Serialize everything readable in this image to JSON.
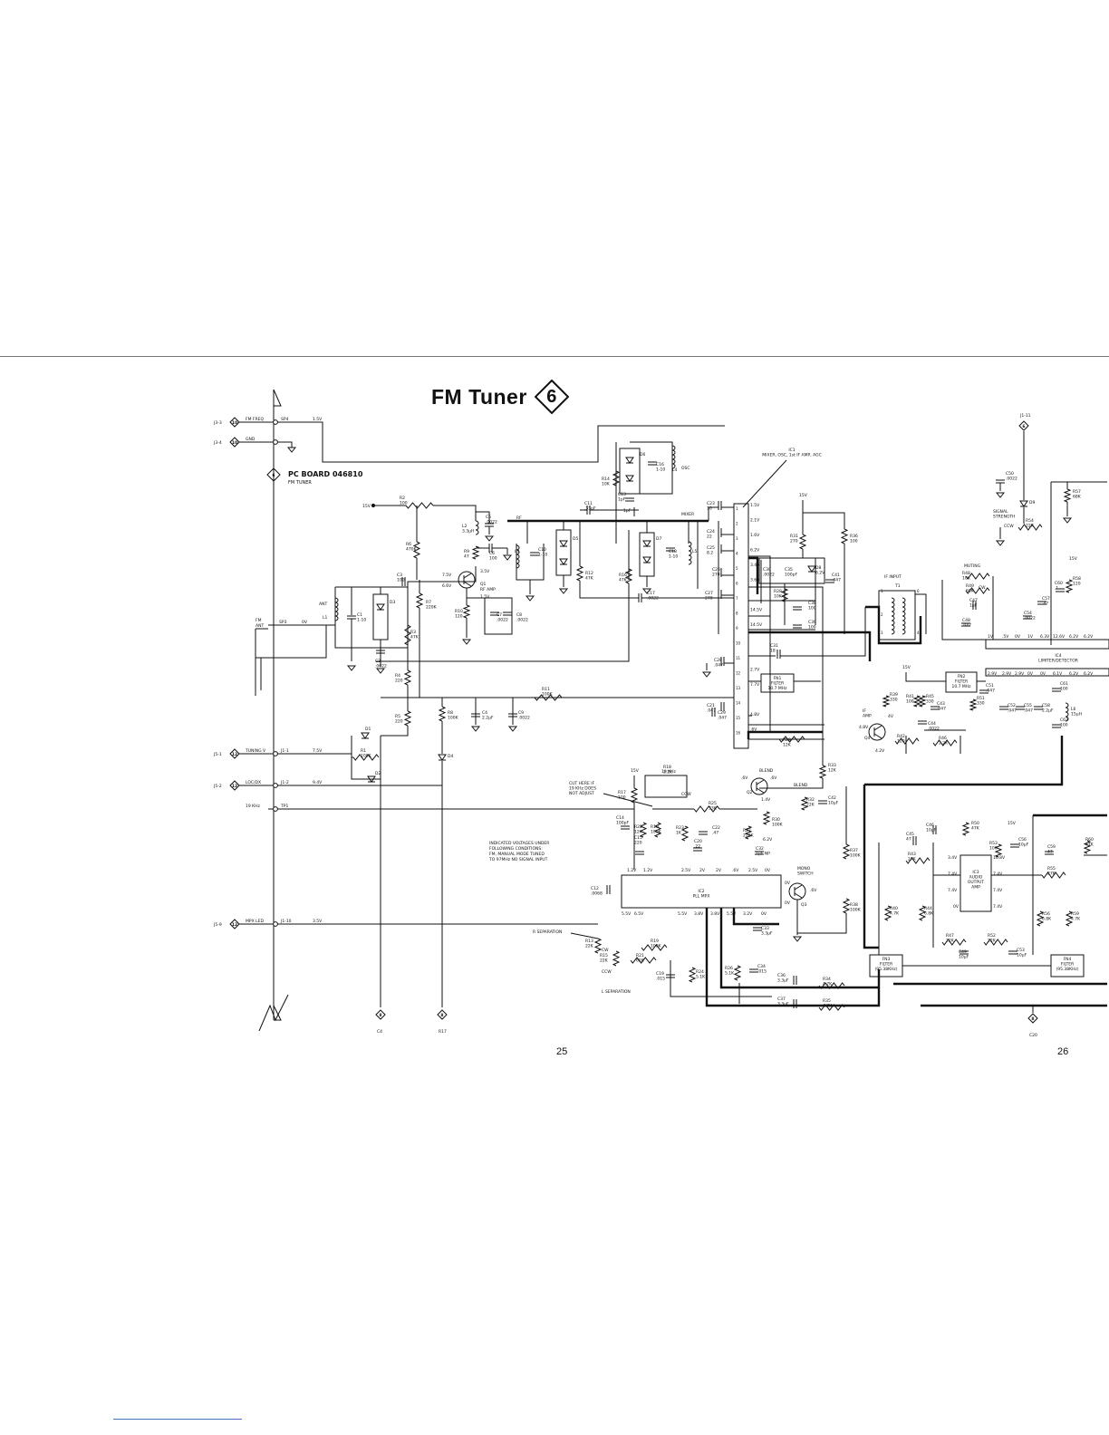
{
  "header": {
    "title": "FM Tuner",
    "badge": "6"
  },
  "board": {
    "badge": "6",
    "label": "PC BOARD 046810",
    "sublabel": "FM TUNER"
  },
  "pages": {
    "left": "25",
    "right": "26"
  },
  "note": [
    "INDICATED VOLTAGES UNDER",
    "FOLLOWING CONDITIONS:",
    "FM, MANUAL MODE TUNED",
    "TO 97MHz NO SIGNAL INPUT"
  ],
  "cut_note": [
    "CUT HERE IF",
    "19 KHz DOES",
    "NOT ADJUST"
  ],
  "connectors": [
    {
      "id": "J3-3",
      "pin": "10",
      "label": "FM FREQ",
      "sp": "SP4",
      "volts": "1.5V"
    },
    {
      "id": "J3-4",
      "pin": "10",
      "label": "GND",
      "sp": "",
      "volts": ""
    },
    {
      "id": "J5-1",
      "pin": "12",
      "label": "TUNING V",
      "sp": "J1-1",
      "volts": "7.5V"
    },
    {
      "id": "J5-2",
      "pin": "12",
      "label": "LOC/DX",
      "sp": "J1-2",
      "volts": "9.4V"
    },
    {
      "id": "",
      "pin": "",
      "label": "19 KHz",
      "sp": "TP1",
      "volts": ""
    },
    {
      "id": "J5-9",
      "pin": "12",
      "label": "MPX LED",
      "sp": "J1-10",
      "volts": "3.5V"
    }
  ],
  "antenna": {
    "label": "FM ANT",
    "sp": "SP3",
    "volts": "0V"
  },
  "ics": {
    "ic1": [
      "IC1",
      "MIXER, OSC, 1st IF AMP, AGC"
    ],
    "ic2": [
      "IC2",
      "PLL MPX"
    ],
    "ic3": [
      "IC3",
      "AUDIO",
      "OUTPUT",
      "AMP"
    ],
    "ic4": [
      "IC4",
      "LIMITER/DETECTOR"
    ]
  },
  "filters": {
    "fn1": [
      "FN1",
      "FILTER",
      "10.7 MHz"
    ],
    "fn2": [
      "FN2",
      "FILTER",
      "10.7 MHz"
    ],
    "fn3": [
      "FN3",
      "FILTER",
      "(95.38KHz)"
    ],
    "fn4": [
      "FN4",
      "FILTER",
      "(95.38KHz)"
    ]
  },
  "labels": {
    "ant": "ANT",
    "rf": "RF",
    "mixer": "MIXER",
    "osc": "OSC",
    "rf_amp": "RF AMP",
    "if_input": "IF INPUT",
    "t1": "T1",
    "muting": "MUTING",
    "signal_strength": [
      "SIGNAL",
      "STRENGTH"
    ],
    "ccw": "CCW",
    "cw": "CW",
    "blend": "BLEND",
    "mono_switch": [
      "MONO",
      "SWITCH"
    ],
    "r_separation": "R SEPARATION",
    "l_separation": "L SEPARATION",
    "if_amp": [
      "IF",
      "AMP"
    ],
    "j1_11": "J1-11",
    "c4_tp": "C4",
    "r17_tp": "R17",
    "c20_tp": "C20"
  },
  "components": [
    {
      "t": "R2",
      "v": "100"
    },
    {
      "t": "C5",
      "v": ".0022"
    },
    {
      "t": "L2",
      "v": "3.3μH"
    },
    {
      "t": "R6",
      "v": "470K"
    },
    {
      "t": "C6",
      "v": "100"
    },
    {
      "t": "R9",
      "v": "47"
    },
    {
      "t": "C3",
      "v": "100"
    },
    {
      "t": "R7",
      "v": "220K"
    },
    {
      "t": "L1",
      "v": ""
    },
    {
      "t": "C1",
      "v": "1-10"
    },
    {
      "t": "D3",
      "v": ""
    },
    {
      "t": "R3",
      "v": "47K"
    },
    {
      "t": "C2",
      "v": ".0022"
    },
    {
      "t": "R4",
      "v": "220"
    },
    {
      "t": "R5",
      "v": "220"
    },
    {
      "t": "R10",
      "v": "120"
    },
    {
      "t": "C7",
      "v": ".0022"
    },
    {
      "t": "C8",
      "v": ".0022"
    },
    {
      "t": "Q1",
      "v": ""
    },
    {
      "t": "L3",
      "v": ""
    },
    {
      "t": "C10",
      "v": "1-10"
    },
    {
      "t": "D5",
      "v": ""
    },
    {
      "t": "R12",
      "v": "47K"
    },
    {
      "t": "C11",
      "v": ".33pF"
    },
    {
      "t": "R14",
      "v": "10K"
    },
    {
      "t": "D6",
      "v": ""
    },
    {
      "t": "C16",
      "v": "1-10"
    },
    {
      "t": "L4",
      "v": ""
    },
    {
      "t": "C13",
      "v": "1pF"
    },
    {
      "t": "D7",
      "v": ""
    },
    {
      "t": "C18",
      "v": "1-10"
    },
    {
      "t": "L5",
      "v": ""
    },
    {
      "t": "R16",
      "v": "47K"
    },
    {
      "t": "C17",
      "v": ".0022"
    },
    {
      "t": "C23",
      "v": "10"
    },
    {
      "t": "C24",
      "v": "22"
    },
    {
      "t": "C25",
      "v": "8.2"
    },
    {
      "t": "C26",
      "v": "270"
    },
    {
      "t": "C27",
      "v": "270"
    },
    {
      "t": "R31",
      "v": "270"
    },
    {
      "t": "R36",
      "v": "100"
    },
    {
      "t": "C30",
      "v": ".0022"
    },
    {
      "t": "C35",
      "v": "100pF"
    },
    {
      "t": "D8",
      "v": "6.2V"
    },
    {
      "t": "C41",
      "v": ".047"
    },
    {
      "t": "C38",
      "v": "100"
    },
    {
      "t": "R28",
      "v": "10K"
    },
    {
      "t": "C39",
      "v": "100"
    },
    {
      "t": "C31",
      "v": "18"
    },
    {
      "t": "C28",
      "v": ".047"
    },
    {
      "t": "C21",
      "v": ".047"
    },
    {
      "t": "C29",
      "v": ".047"
    },
    {
      "t": "R11",
      "v": "100K"
    },
    {
      "t": "R8",
      "v": "100K"
    },
    {
      "t": "C4",
      "v": "2.2μF"
    },
    {
      "t": "C9",
      "v": ".0022"
    },
    {
      "t": "R1",
      "v": "100K"
    },
    {
      "t": "D1",
      "v": ""
    },
    {
      "t": "D2",
      "v": ""
    },
    {
      "t": "D4",
      "v": ""
    },
    {
      "t": "R29",
      "v": "12K"
    },
    {
      "t": "R33",
      "v": "12K"
    },
    {
      "t": "R17",
      "v": "100"
    },
    {
      "t": "R18",
      "v": "2.2K"
    },
    {
      "t": "R25",
      "v": "33K"
    },
    {
      "t": "C14",
      "v": "100pF"
    },
    {
      "t": "R22",
      "v": "12K"
    },
    {
      "t": "R19",
      "v": "100K"
    },
    {
      "t": "C15",
      "v": "220"
    },
    {
      "t": "R23",
      "v": "1K"
    },
    {
      "t": "C22",
      "v": ".47"
    },
    {
      "t": "C20",
      "v": ".22"
    },
    {
      "t": "R27",
      "v": "220K"
    },
    {
      "t": "Q2",
      "v": ""
    },
    {
      "t": "R30",
      "v": "100K"
    },
    {
      "t": "R32",
      "v": "22K"
    },
    {
      "t": "C42",
      "v": "10μF"
    },
    {
      "t": "C32",
      "v": "1μF NP"
    },
    {
      "t": "Q3",
      "v": ""
    },
    {
      "t": "R37",
      "v": "100K"
    },
    {
      "t": "R38",
      "v": "100K"
    },
    {
      "t": "C12",
      "v": ".0068"
    },
    {
      "t": "C33",
      "v": "3.3μF"
    },
    {
      "t": "R13",
      "v": "22K"
    },
    {
      "t": "R15",
      "v": "22K"
    },
    {
      "t": "R20",
      "v": "62K"
    },
    {
      "t": "R21",
      "v": "62K"
    },
    {
      "t": "C19",
      "v": ".015"
    },
    {
      "t": "R24",
      "v": "5.1K"
    },
    {
      "t": "R26",
      "v": "5.1K"
    },
    {
      "t": "C34",
      "v": ".015"
    },
    {
      "t": "C36",
      "v": "3.3μF"
    },
    {
      "t": "R34",
      "v": "4.7K"
    },
    {
      "t": "C37",
      "v": "3.3μF"
    },
    {
      "t": "R35",
      "v": "4.7K"
    },
    {
      "t": "C50",
      "v": ".0022"
    },
    {
      "t": "D9",
      "v": ""
    },
    {
      "t": "R54",
      "v": "22K"
    },
    {
      "t": "R57",
      "v": "68K"
    },
    {
      "t": "R48",
      "v": "10K"
    },
    {
      "t": "R49",
      "v": "68K"
    },
    {
      "t": "C47",
      "v": "1μF"
    },
    {
      "t": "C48",
      "v": ".047"
    },
    {
      "t": "C54",
      "v": ".0022"
    },
    {
      "t": "C57",
      "v": ".47"
    },
    {
      "t": "C60",
      "v": ".1"
    },
    {
      "t": "R58",
      "v": "120"
    },
    {
      "t": "R39",
      "v": "330"
    },
    {
      "t": "R41",
      "v": "100"
    },
    {
      "t": "R45",
      "v": "330"
    },
    {
      "t": "C43",
      "v": ".047"
    },
    {
      "t": "C44",
      "v": ".0022"
    },
    {
      "t": "R51",
      "v": "330"
    },
    {
      "t": "C51",
      "v": ".047"
    },
    {
      "t": "C52",
      "v": ".047"
    },
    {
      "t": "C55",
      "v": ".047"
    },
    {
      "t": "C58",
      "v": "2.2μF"
    },
    {
      "t": "L6",
      "v": "15μH"
    },
    {
      "t": "C61",
      "v": "100"
    },
    {
      "t": "C62",
      "v": "100"
    },
    {
      "t": "Q4",
      "v": ""
    },
    {
      "t": "R42",
      "v": "120"
    },
    {
      "t": "R46",
      "v": "2.2K"
    },
    {
      "t": "C45",
      "v": "47"
    },
    {
      "t": "C46",
      "v": "10μF"
    },
    {
      "t": "R50",
      "v": "47K"
    },
    {
      "t": "R43",
      "v": "27K"
    },
    {
      "t": "R53",
      "v": "100"
    },
    {
      "t": "C56",
      "v": "10μF"
    },
    {
      "t": "C59",
      "v": "47"
    },
    {
      "t": "R55",
      "v": "27K"
    },
    {
      "t": "R60",
      "v": "47K"
    },
    {
      "t": "R40",
      "v": "4.7K"
    },
    {
      "t": "R44",
      "v": "6.8K"
    },
    {
      "t": "R56",
      "v": "6.8K"
    },
    {
      "t": "R59",
      "v": "4.7K"
    },
    {
      "t": "R47",
      "v": "22K"
    },
    {
      "t": "R52",
      "v": "22K"
    },
    {
      "t": "C49",
      "v": "10μF"
    },
    {
      "t": "C53",
      "v": "10μF"
    }
  ],
  "voltages": {
    "v15": "15V",
    "v7_5": "7.5V",
    "v6_6": "6.6V",
    "v3_5": "3.5V",
    "v1_5": "1.5V",
    "ic1_pins": [
      "1.5V",
      "2.1V",
      "1.6V",
      "6.2V",
      "3.4V",
      "3.6V",
      "",
      "14.5V",
      "14.5V",
      "",
      "",
      "2.7V",
      "7.7V",
      "",
      "4.8V",
      ".6V"
    ],
    "ic2_top": [
      "1.2V",
      "1.2V",
      "",
      "2.5V",
      "2V",
      "2V",
      ".6V",
      "2.5V",
      "0V",
      ""
    ],
    "ic2_bot": [
      "5.5V",
      "6.5V",
      "",
      "5.5V",
      "3.8V",
      "3.8V",
      "5.5V",
      "3.2V",
      "0V"
    ],
    "ic4_top": [
      "1V",
      ".5V",
      "0V",
      "1V",
      "6.3V",
      "12.6V",
      "6.2V",
      "6.2V"
    ],
    "ic4_mid": [
      "2.9V",
      "2.9V",
      "2.9V",
      "0V",
      "0V",
      "6.1V",
      "6.2V",
      "6.2V"
    ],
    "ic3": [
      "3.4V",
      "16.8V",
      "7.4V",
      "7.4V",
      "7.4V",
      "7.4V",
      "0V",
      "7.4V"
    ],
    "q4": [
      "4.8V",
      "4V",
      "4.2V"
    ],
    "q2": [
      ".6V",
      ".6V",
      "1.4V",
      "6.2V"
    ],
    "q3": [
      "0V",
      ".6V",
      "0V"
    ]
  }
}
